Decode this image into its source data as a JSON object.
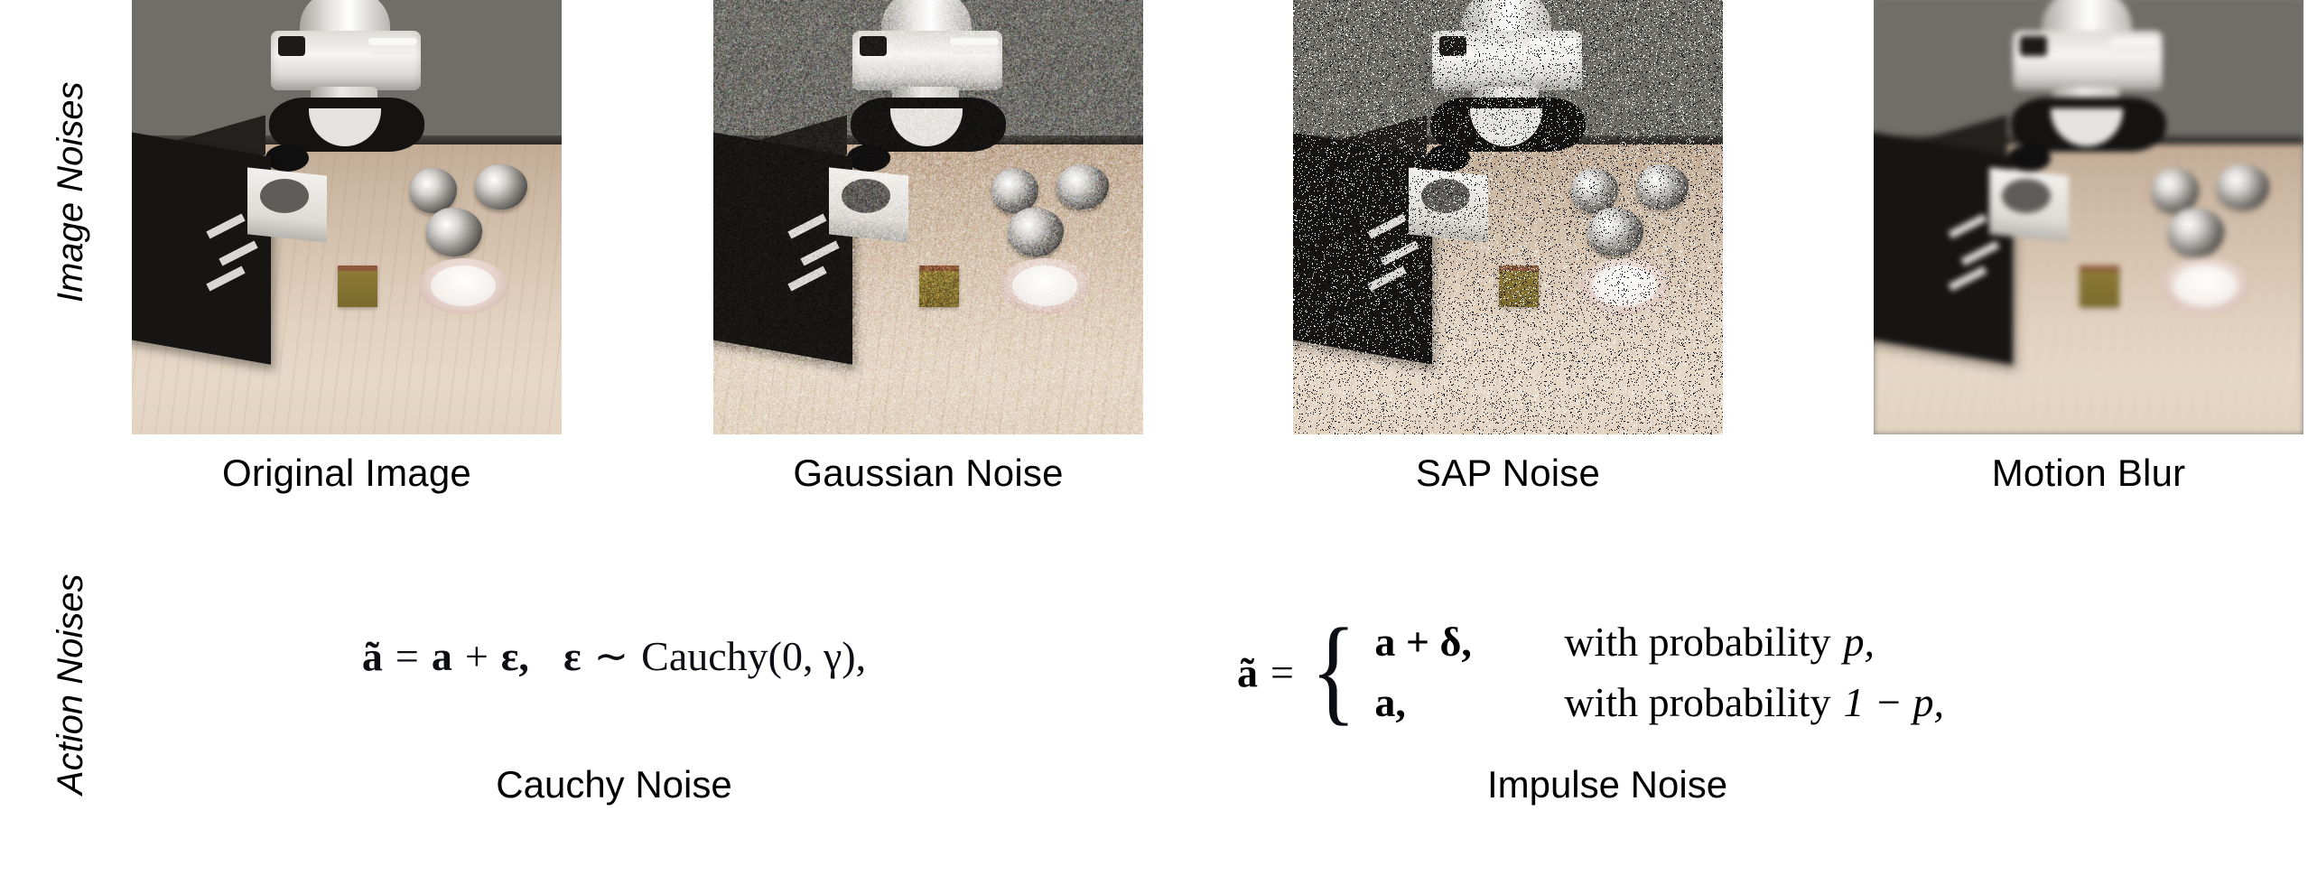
{
  "figure": {
    "row_labels": {
      "image_noises": "Image Noises",
      "action_noises": "Action Noises"
    }
  },
  "image_row": {
    "panels": [
      {
        "caption": "Original Image",
        "noise_type": "none",
        "scene": "robot-arm-tabletop"
      },
      {
        "caption": "Gaussian Noise",
        "noise_type": "gaussian",
        "scene": "robot-arm-tabletop"
      },
      {
        "caption": "SAP Noise",
        "noise_type": "salt-and-pepper",
        "scene": "robot-arm-tabletop"
      },
      {
        "caption": "Motion Blur",
        "noise_type": "motion-blur",
        "scene": "robot-arm-tabletop"
      }
    ]
  },
  "action_row": {
    "cauchy": {
      "caption": "Cauchy Noise",
      "equation_plain": "ã = a + ε,   ε ~ Cauchy(0, γ),",
      "lhs": "ã",
      "eq": "=",
      "rhs_a": "a",
      "plus": "+",
      "rhs_eps": "ε,",
      "dist_var": "ε",
      "sim": "∼",
      "dist_name": "Cauchy",
      "dist_args": "(0, γ),"
    },
    "impulse": {
      "caption": "Impulse Noise",
      "equation_plain": "ã = { a + δ, with probability p,   a, with probability 1 − p,",
      "lhs": "ã",
      "eq": "=",
      "cases": [
        {
          "value": "a + δ,",
          "condition": "with probability",
          "prob": "p,"
        },
        {
          "value": "a,",
          "condition": "with probability",
          "prob": "1 − p,"
        }
      ]
    }
  },
  "colors": {
    "background": "#ffffff",
    "text": "#000000",
    "math_ink": "#0d0d14",
    "wall": "#6f6e69",
    "floor": "#ddcbb8",
    "dark_box": "#171513"
  }
}
